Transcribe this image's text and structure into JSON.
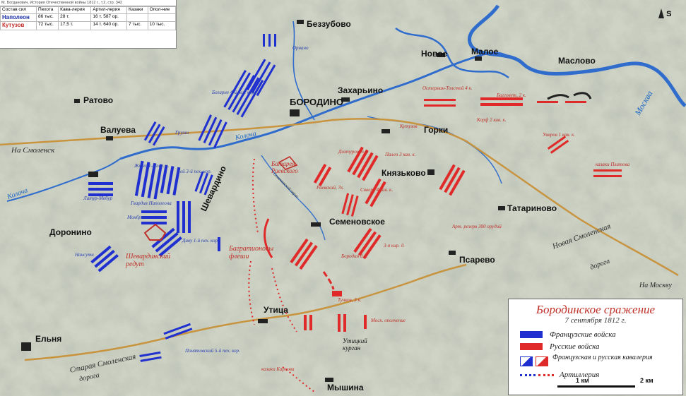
{
  "forces_table": {
    "source": "М. Богданович, История Отечественной войны 1812 г., т.2, стр. 342",
    "headers": [
      "Состав сил",
      "Пехота",
      "Кава-лерия",
      "Артил-лерия",
      "Казаки",
      "Опол-ние"
    ],
    "rows": [
      {
        "side": "Наполеон",
        "cells": [
          "86 тыс.",
          "28 т.",
          "16 т. 587 ор.",
          "",
          ""
        ]
      },
      {
        "side": "Кутузов",
        "cells": [
          "72 тыс.",
          "17,5 т.",
          "14 т. 640 ор.",
          "7 тыс.",
          "10 тыс."
        ]
      }
    ]
  },
  "villages": {
    "bezzubovo": "Беззубово",
    "borodino": "БОРОДИНО",
    "zakharino": "Захарьино",
    "novoe": "Новое",
    "maloe": "Малое",
    "maslovo": "Маслово",
    "ratovo": "Ратово",
    "valueva": "Валуева",
    "gorki": "Горки",
    "knyazkovo": "Князьково",
    "tatarinovo": "Татариново",
    "doronino": "Доронино",
    "shevardino": "Шевардино",
    "semenovskoe": "Семеновское",
    "psarevo": "Псарево",
    "utitsa": "Утица",
    "elnya": "Ельня",
    "myshina": "Мышина"
  },
  "rivers": {
    "koloch_main": "Колоча",
    "koloch_west": "Колоча",
    "moskva": "Москва",
    "semenovsky_ravine": "Семеновский овраг"
  },
  "roads": {
    "to_smolensk": "На Смоленск",
    "to_moscow": "На Москву",
    "new_smolensk": "Новая Смоленская",
    "new_smolensk_2": "дорога",
    "old_smolensk": "Старая Смоленская",
    "old_smolensk_2": "дорога"
  },
  "russian_units": [
    "Остерман-Толстой 4 к.",
    "Багговут, 2 к.",
    "Кутузов",
    "Корф 2 кав. к.",
    "Уваров 1 кав. к.",
    "казаки Платова",
    "Дохтуров, 6 к.",
    "Пален 3 кав. к.",
    "Раевский, 7к.",
    "Сиверс 4 кав. к.",
    "Арт. резерв 300 орудий",
    "Бородин 8 к.",
    "3-я кир. д.",
    "Тучков, 3 к.",
    "Моск. ополчение",
    "казаки Карпова"
  ],
  "french_units": [
    "Богарне 4-й пех. кор.",
    "Орнано",
    "Груши",
    "Жюно 1-й пех. к.",
    "Ней 3-й пех. кор.",
    "Латур-Мобур",
    "Гвардия Наполеона",
    "Монбрен",
    "Даву 1-й пех. кор.",
    "Нансути",
    "Понятовский 5-й пех. кор."
  ],
  "fortifications": {
    "raevsky": "Батарея Раевского",
    "bagration": "Багратионовы флеши",
    "shevardino_redoubt": "Шевардинский редут",
    "utitsa_kurgan": "Утицкий курган"
  },
  "compass": "S",
  "legend": {
    "title": "Бородинское сражение",
    "date": "7 сентября 1812 г.",
    "french": "Французские войска",
    "russian": "Русские войска",
    "cavalry": "Французская и русская кавалерия",
    "artillery": "Артиллерия",
    "scale_1": "1 км",
    "scale_2": "2 км",
    "colors": {
      "french": "#1f2fd0",
      "russian": "#e02a2a"
    }
  }
}
